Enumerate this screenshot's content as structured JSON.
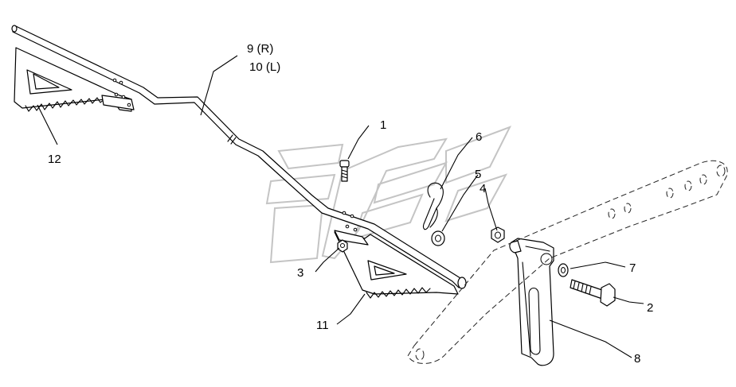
{
  "callouts": {
    "c1": "1",
    "c2": "2",
    "c3": "3",
    "c4": "4",
    "c5": "5",
    "c6": "6",
    "c7": "7",
    "c8": "8",
    "c9": "9 (R)",
    "c10": "10 (L)",
    "c11": "11",
    "c12": "12"
  },
  "colors": {
    "line": "#000000",
    "background": "#ffffff",
    "watermark": "#c4c4c4"
  }
}
